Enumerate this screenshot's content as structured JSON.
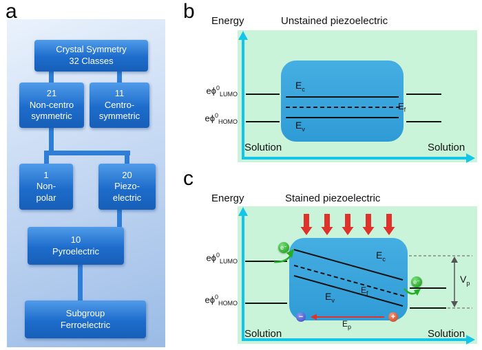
{
  "colors": {
    "flow_box_blue": "#1d6ccb",
    "panel_a_bg": "#c6d9f3",
    "band_box_blue": "#2f9bd6",
    "solution_bg_green": "#c9f4d9",
    "axis_cyan": "#15c5e8",
    "strain_arrow_red": "#e0312b",
    "electron_green": "#26ad26",
    "negative_ball_blue": "#3847c0",
    "positive_ball_red": "#c03a14"
  },
  "panel_a": {
    "label": "a",
    "boxes": {
      "root": {
        "lines": [
          "Crystal Symmetry",
          "32 Classes"
        ]
      },
      "noncentro": {
        "lines": [
          "21",
          "Non-centro",
          "symmetric"
        ]
      },
      "centro": {
        "lines": [
          "11",
          "Centro-",
          "symmetric"
        ]
      },
      "nonpolar": {
        "lines": [
          "1",
          "Non-",
          "polar"
        ]
      },
      "piezo": {
        "lines": [
          "20",
          "Piezo-",
          "electric"
        ]
      },
      "pyro": {
        "lines": [
          "10",
          "Pyroelectric"
        ]
      },
      "ferro": {
        "lines": [
          "Subgroup",
          "Ferroelectric"
        ]
      }
    }
  },
  "panel_b": {
    "label": "b",
    "energy_label": "Energy",
    "title": "Unstained piezoelectric",
    "lumo": {
      "base": "eϕ",
      "sup": "0",
      "sub": "LUMO"
    },
    "homo": {
      "base": "eϕ",
      "sup": "0",
      "sub": "HOMO"
    },
    "ec": {
      "base": "E",
      "sub": "c"
    },
    "ev": {
      "base": "E",
      "sub": "v"
    },
    "ef": {
      "base": "E",
      "sub": "f"
    },
    "solution_left": "Solution",
    "solution_right": "Solution"
  },
  "panel_c": {
    "label": "c",
    "energy_label": "Energy",
    "title": "Stained piezoelectric",
    "lumo": {
      "base": "eϕ",
      "sup": "0",
      "sub": "LUMO"
    },
    "homo": {
      "base": "eϕ",
      "sup": "0",
      "sub": "HOMO"
    },
    "ec": {
      "base": "E",
      "sub": "c"
    },
    "ev": {
      "base": "E",
      "sub": "v"
    },
    "ef": {
      "base": "E",
      "sub": "f"
    },
    "ep": {
      "base": "E",
      "sub": "p"
    },
    "vp": {
      "base": "V",
      "sub": "p"
    },
    "electron": "e⁻",
    "negative": "−",
    "positive": "+",
    "solution_left": "Solution",
    "solution_right": "Solution"
  }
}
